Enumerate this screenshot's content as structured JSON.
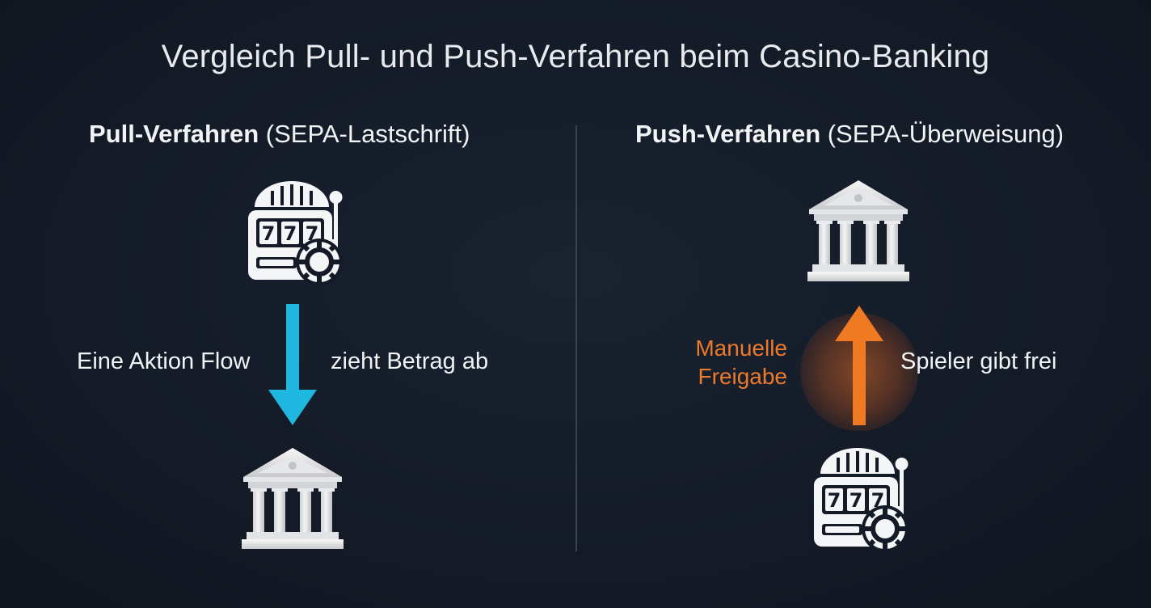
{
  "title": "Vergleich Pull- und Push-Verfahren beim Casino-Banking",
  "left": {
    "heading_bold": "Pull-Verfahren",
    "heading_rest": " (SEPA-Lastschrift)",
    "label_left": "Eine Aktion Flow",
    "label_right": "zieht Betrag ab",
    "arrow_direction": "down",
    "top_icon": "slot-machine-icon",
    "bottom_icon": "bank-icon"
  },
  "right": {
    "heading_bold": "Push-Verfahren",
    "heading_rest": " (SEPA-Überweisung)",
    "label_left_line1": "Manuelle",
    "label_left_line2": "Freigabe",
    "label_right": "Spieler gibt frei",
    "arrow_direction": "up",
    "top_icon": "bank-icon",
    "bottom_icon": "slot-machine-icon"
  },
  "colors": {
    "background": "#141b27",
    "pull_arrow": "#1fb6e0",
    "push_arrow": "#f07a22",
    "highlight_text": "#ec7a2c",
    "icon": "#f4f5f7",
    "divider": "#3a4250"
  }
}
